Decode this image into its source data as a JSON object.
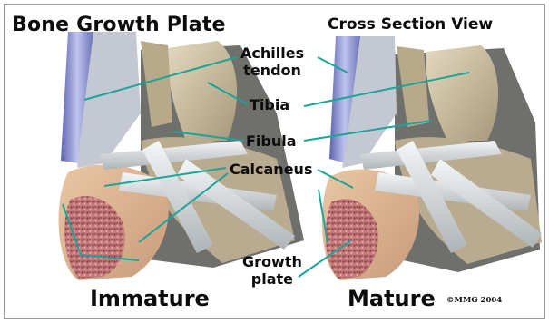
{
  "titles": {
    "left": "Bone Growth Plate",
    "right": "Cross Section View"
  },
  "labels": {
    "achilles": [
      "Achilles",
      "tendon"
    ],
    "tibia": "Tibia",
    "fibula": "Fibula",
    "calcaneus": "Calcaneus",
    "growth_plate": [
      "Growth",
      "plate"
    ]
  },
  "captions": {
    "immature": "Immature",
    "mature": "Mature"
  },
  "copyright": "©MMG 2004",
  "colors": {
    "leader_line": "#1aa59a",
    "tendon": "#7d86c4",
    "bone": "#cbbd9b",
    "ligament": "#dfe2e4",
    "marrow": "#b4686c"
  }
}
